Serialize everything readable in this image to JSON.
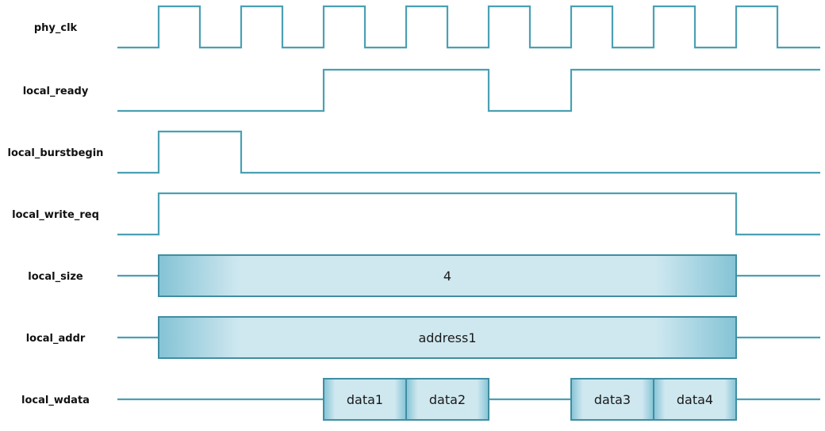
{
  "colors": {
    "wave": "#4aa0b3",
    "bus_border": "#3f8ea3",
    "bus_fill_edge": "#84c3d5",
    "bus_fill_center": "#cfe8f0"
  },
  "signals": [
    {
      "name": "phy_clk",
      "kind": "clock",
      "cycles": 8
    },
    {
      "name": "local_ready",
      "kind": "digital",
      "initial": 0,
      "transitions": [
        2,
        4,
        5
      ]
    },
    {
      "name": "local_burstbegin",
      "kind": "digital",
      "initial": 0,
      "transitions": [
        0,
        1
      ]
    },
    {
      "name": "local_write_req",
      "kind": "digital",
      "initial": 0,
      "transitions": [
        0,
        7
      ]
    },
    {
      "name": "local_size",
      "kind": "bus",
      "segments": [
        {
          "start": 0,
          "end": 7,
          "value": "4"
        }
      ]
    },
    {
      "name": "local_addr",
      "kind": "bus",
      "segments": [
        {
          "start": 0,
          "end": 7,
          "value": "address1"
        }
      ]
    },
    {
      "name": "local_wdata",
      "kind": "bus",
      "segments": [
        {
          "start": 2,
          "end": 3,
          "value": "data1"
        },
        {
          "start": 3,
          "end": 4,
          "value": "data2"
        },
        {
          "start": 5,
          "end": 6,
          "value": "data3"
        },
        {
          "start": 6,
          "end": 7,
          "value": "data4"
        }
      ]
    }
  ]
}
